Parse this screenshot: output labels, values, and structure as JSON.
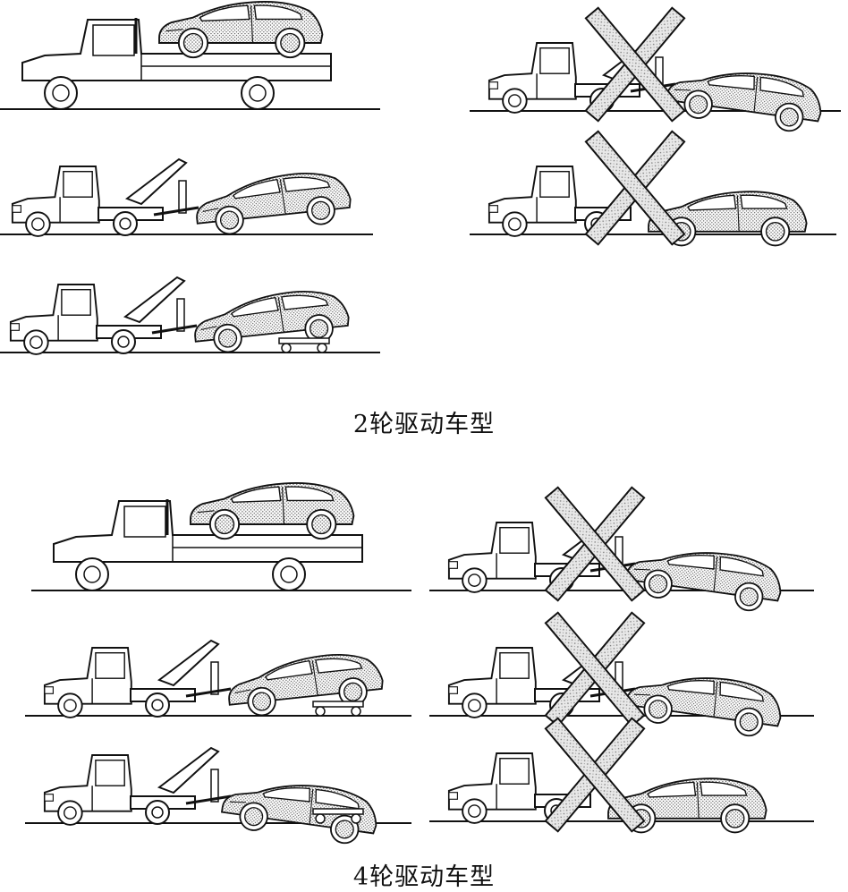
{
  "sections": [
    {
      "id": "2wd",
      "caption": "2轮驱动车型",
      "methods": [
        {
          "truck": "flatbed",
          "status": "allowed"
        },
        {
          "truck": "wheellift",
          "car_end": "front",
          "dolly": false,
          "status": "allowed"
        },
        {
          "truck": "wheellift",
          "car_end": "front",
          "dolly": true,
          "status": "allowed"
        },
        {
          "truck": "wheellift",
          "car_end": "rear",
          "dolly": false,
          "status": "prohibited"
        },
        {
          "truck": "sling",
          "car_end": "flat",
          "dolly": false,
          "status": "prohibited"
        }
      ]
    },
    {
      "id": "4wd",
      "caption": "4轮驱动车型",
      "methods": [
        {
          "truck": "flatbed",
          "status": "allowed"
        },
        {
          "truck": "wheellift",
          "car_end": "front",
          "dolly": true,
          "status": "allowed"
        },
        {
          "truck": "wheellift",
          "car_end": "rear",
          "dolly": true,
          "status": "allowed"
        },
        {
          "truck": "wheellift",
          "car_end": "rear",
          "dolly": false,
          "status": "prohibited"
        },
        {
          "truck": "wheellift",
          "car_end": "rear",
          "dolly": false,
          "status": "prohibited"
        },
        {
          "truck": "sling",
          "car_end": "flat",
          "dolly": false,
          "status": "prohibited"
        }
      ]
    }
  ],
  "colors": {
    "line": "#111111",
    "dot_fill": "#8a8a8a",
    "cross_fill": "#bdbdbd"
  }
}
